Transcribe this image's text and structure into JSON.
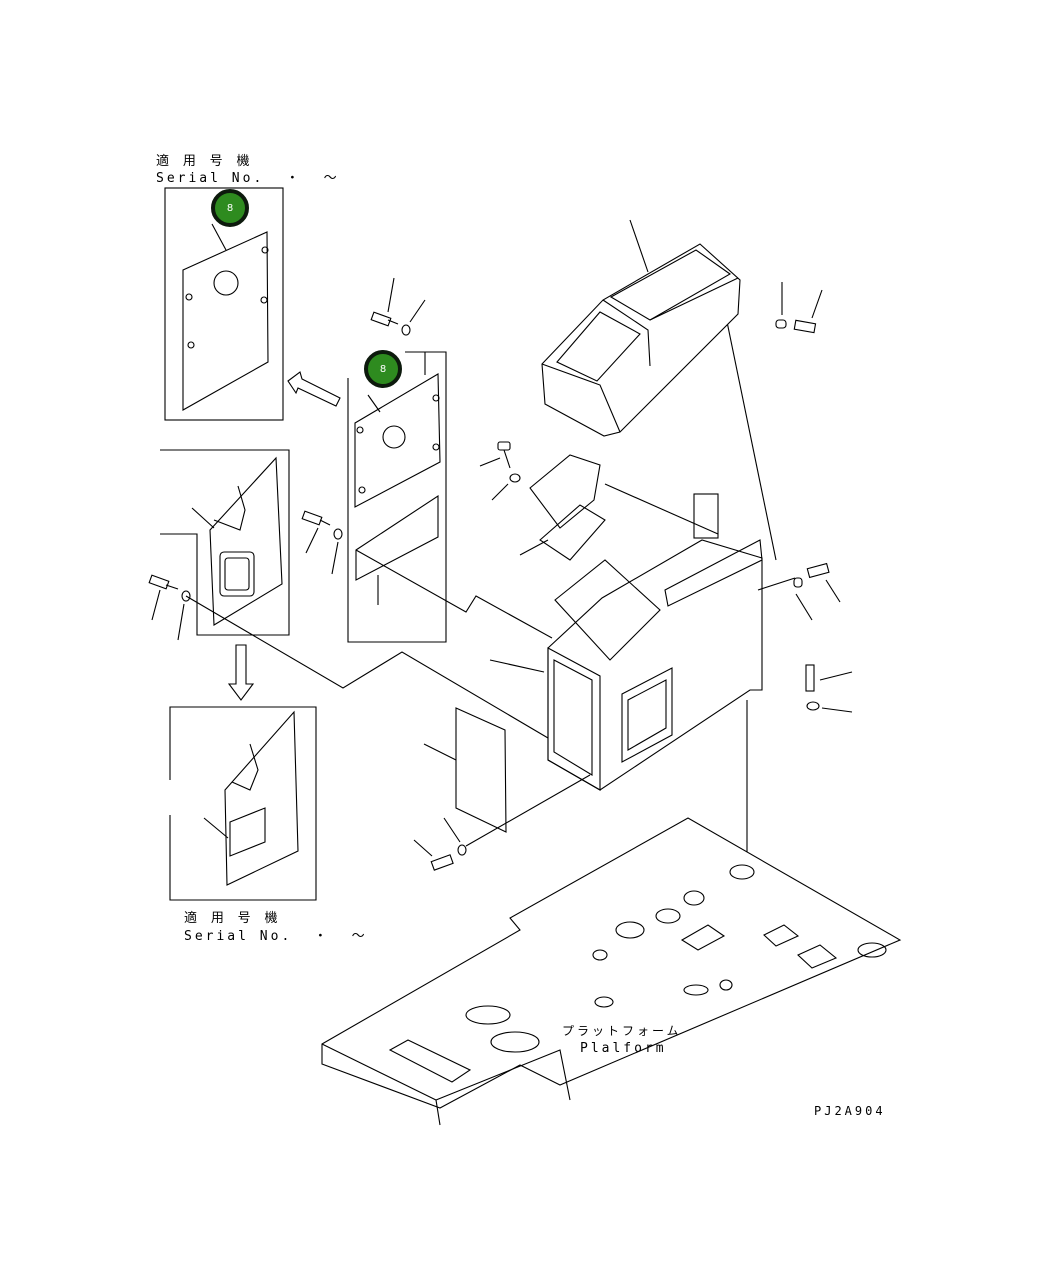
{
  "labels": {
    "top_applicable": "適 用 号 機",
    "top_serial": "Serial No.  ・  ～",
    "bottom_applicable": "適 用 号 機",
    "bottom_serial": "Serial No.  ・  ～",
    "platform_jp": "プラットフォーム",
    "platform_en": "Plalform",
    "drawing_code": "PJ2A904"
  },
  "callouts": [
    {
      "label": "8"
    },
    {
      "label": "8"
    }
  ],
  "colors": {
    "callout_fill": "#2e8b1f",
    "callout_ring": "#0d1a0d",
    "line": "#000000"
  }
}
